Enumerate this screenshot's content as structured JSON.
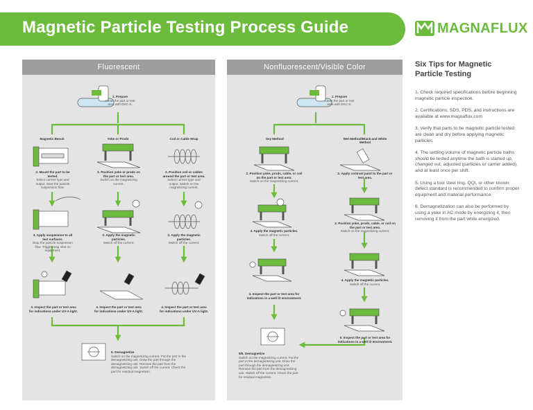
{
  "header": {
    "title": "Magnetic Particle Testing Process Guide",
    "logo": "MAGNAFLUX"
  },
  "fluorescent": {
    "title": "Fluorescent",
    "prepare": {
      "title": "1. Prepare",
      "text": "Clean the part or test area with DKC-S."
    },
    "methods": [
      "Magnetic Bench",
      "Yoke or Prods",
      "Coil or Cable Wrap"
    ],
    "step2": [
      {
        "title": "2. Mount the part to be tested.",
        "text": "Select current type and output. Start the particle suspension flow."
      },
      {
        "title": "2. Position yoke or prods on the part or test area.",
        "text": "Switch on the magnetizing current."
      },
      {
        "title": "2. Position coil or cables around the part or test area.",
        "text": "Select current type and output. Switch on the magnetizing current."
      }
    ],
    "step3": [
      {
        "title": "3. Apply suspension to all test surfaces.",
        "text": "Stop the particle suspension flow. Trigger mag shot on equipment."
      },
      {
        "title": "3. Apply the magnetic particles.",
        "text": "Switch off the current."
      },
      {
        "title": "3. Apply the magnetic particles.",
        "text": "Switch off the current."
      }
    ],
    "step4": [
      {
        "title": "4. Inspect the part or test area for indications under UV-A light.",
        "text": ""
      },
      {
        "title": "4. Inspect the part or test area for indications under UV-A light.",
        "text": ""
      },
      {
        "title": "4. Inspect the part or test area for indications under UV-A light.",
        "text": ""
      }
    ],
    "demag": {
      "title": "5. Demagnetize",
      "text": "Switch on the magnetizing current. Put the part in the demagnetizing unit. Draw the part through the demagnetizing unit. Remove the part from the demagnetizing unit. Switch off the current. Check the part for residual magnetism."
    }
  },
  "visible": {
    "title": "Nonfluorescent/Visible Color",
    "prepare": {
      "title": "1. Prepare",
      "text": "Clean the part or test area with DKC-S."
    },
    "methods": [
      "Dry Method",
      "Wet Method/Black and White Method"
    ],
    "dry": [
      {
        "title": "2. Position yoke, prods, cable, or coil on the part or test area.",
        "text": "Switch on the magnetizing current."
      },
      {
        "title": "3. Apply the magnetic particles.",
        "text": "Switch off the current."
      },
      {
        "title": "4. Inspect the part or test area for indications in a well lit environment.",
        "text": ""
      }
    ],
    "wet": [
      {
        "title": "2. Apply contrast paint to the part or test area.",
        "text": ""
      },
      {
        "title": "3. Position yoke, prods, cable, or coil on the part or test area.",
        "text": "Switch on the magnetizing current."
      },
      {
        "title": "4. Apply the magnetic particles.",
        "text": "Switch off the current."
      },
      {
        "title": "5. Inspect the part or test area for indications in a well lit environment.",
        "text": ""
      }
    ],
    "demag": {
      "title": "5/6. Demagnetize",
      "text": "Switch on the magnetizing current. Put the part in the demagnetizing unit. Draw the part through the demagnetizing unit. Remove the part from the demagnetizing unit. Switch off the current. Check the part for residual magnetism."
    }
  },
  "tips": {
    "title": "Six Tips for Magnetic Particle Testing",
    "items": [
      "1. Check required specifications before beginning magnetic particle inspection.",
      "2. Certifications, SDS, PDS, and instructions are available at www.magnaflux.com",
      "3. Verify that parts to be magnetic particle tested are clean and dry before applying magnetic particles.",
      "4. The settling volume of magnetic particle baths should be tested anytime the bath is started up, changed out, adjusted (particles or carrier added), and at least once per shift.",
      "5. Using a tool steel ring, QQI, or other known defect standard is recommended to confirm proper equipment and material performance.",
      "6. Demagnetization can also be performed by using a yoke in AC mode by energizing it, then removing it from the part while energized."
    ]
  },
  "colors": {
    "brand_green": "#6cbb3c",
    "panel_bg": "#e4e4e4",
    "panel_header": "#9d9d9d"
  }
}
